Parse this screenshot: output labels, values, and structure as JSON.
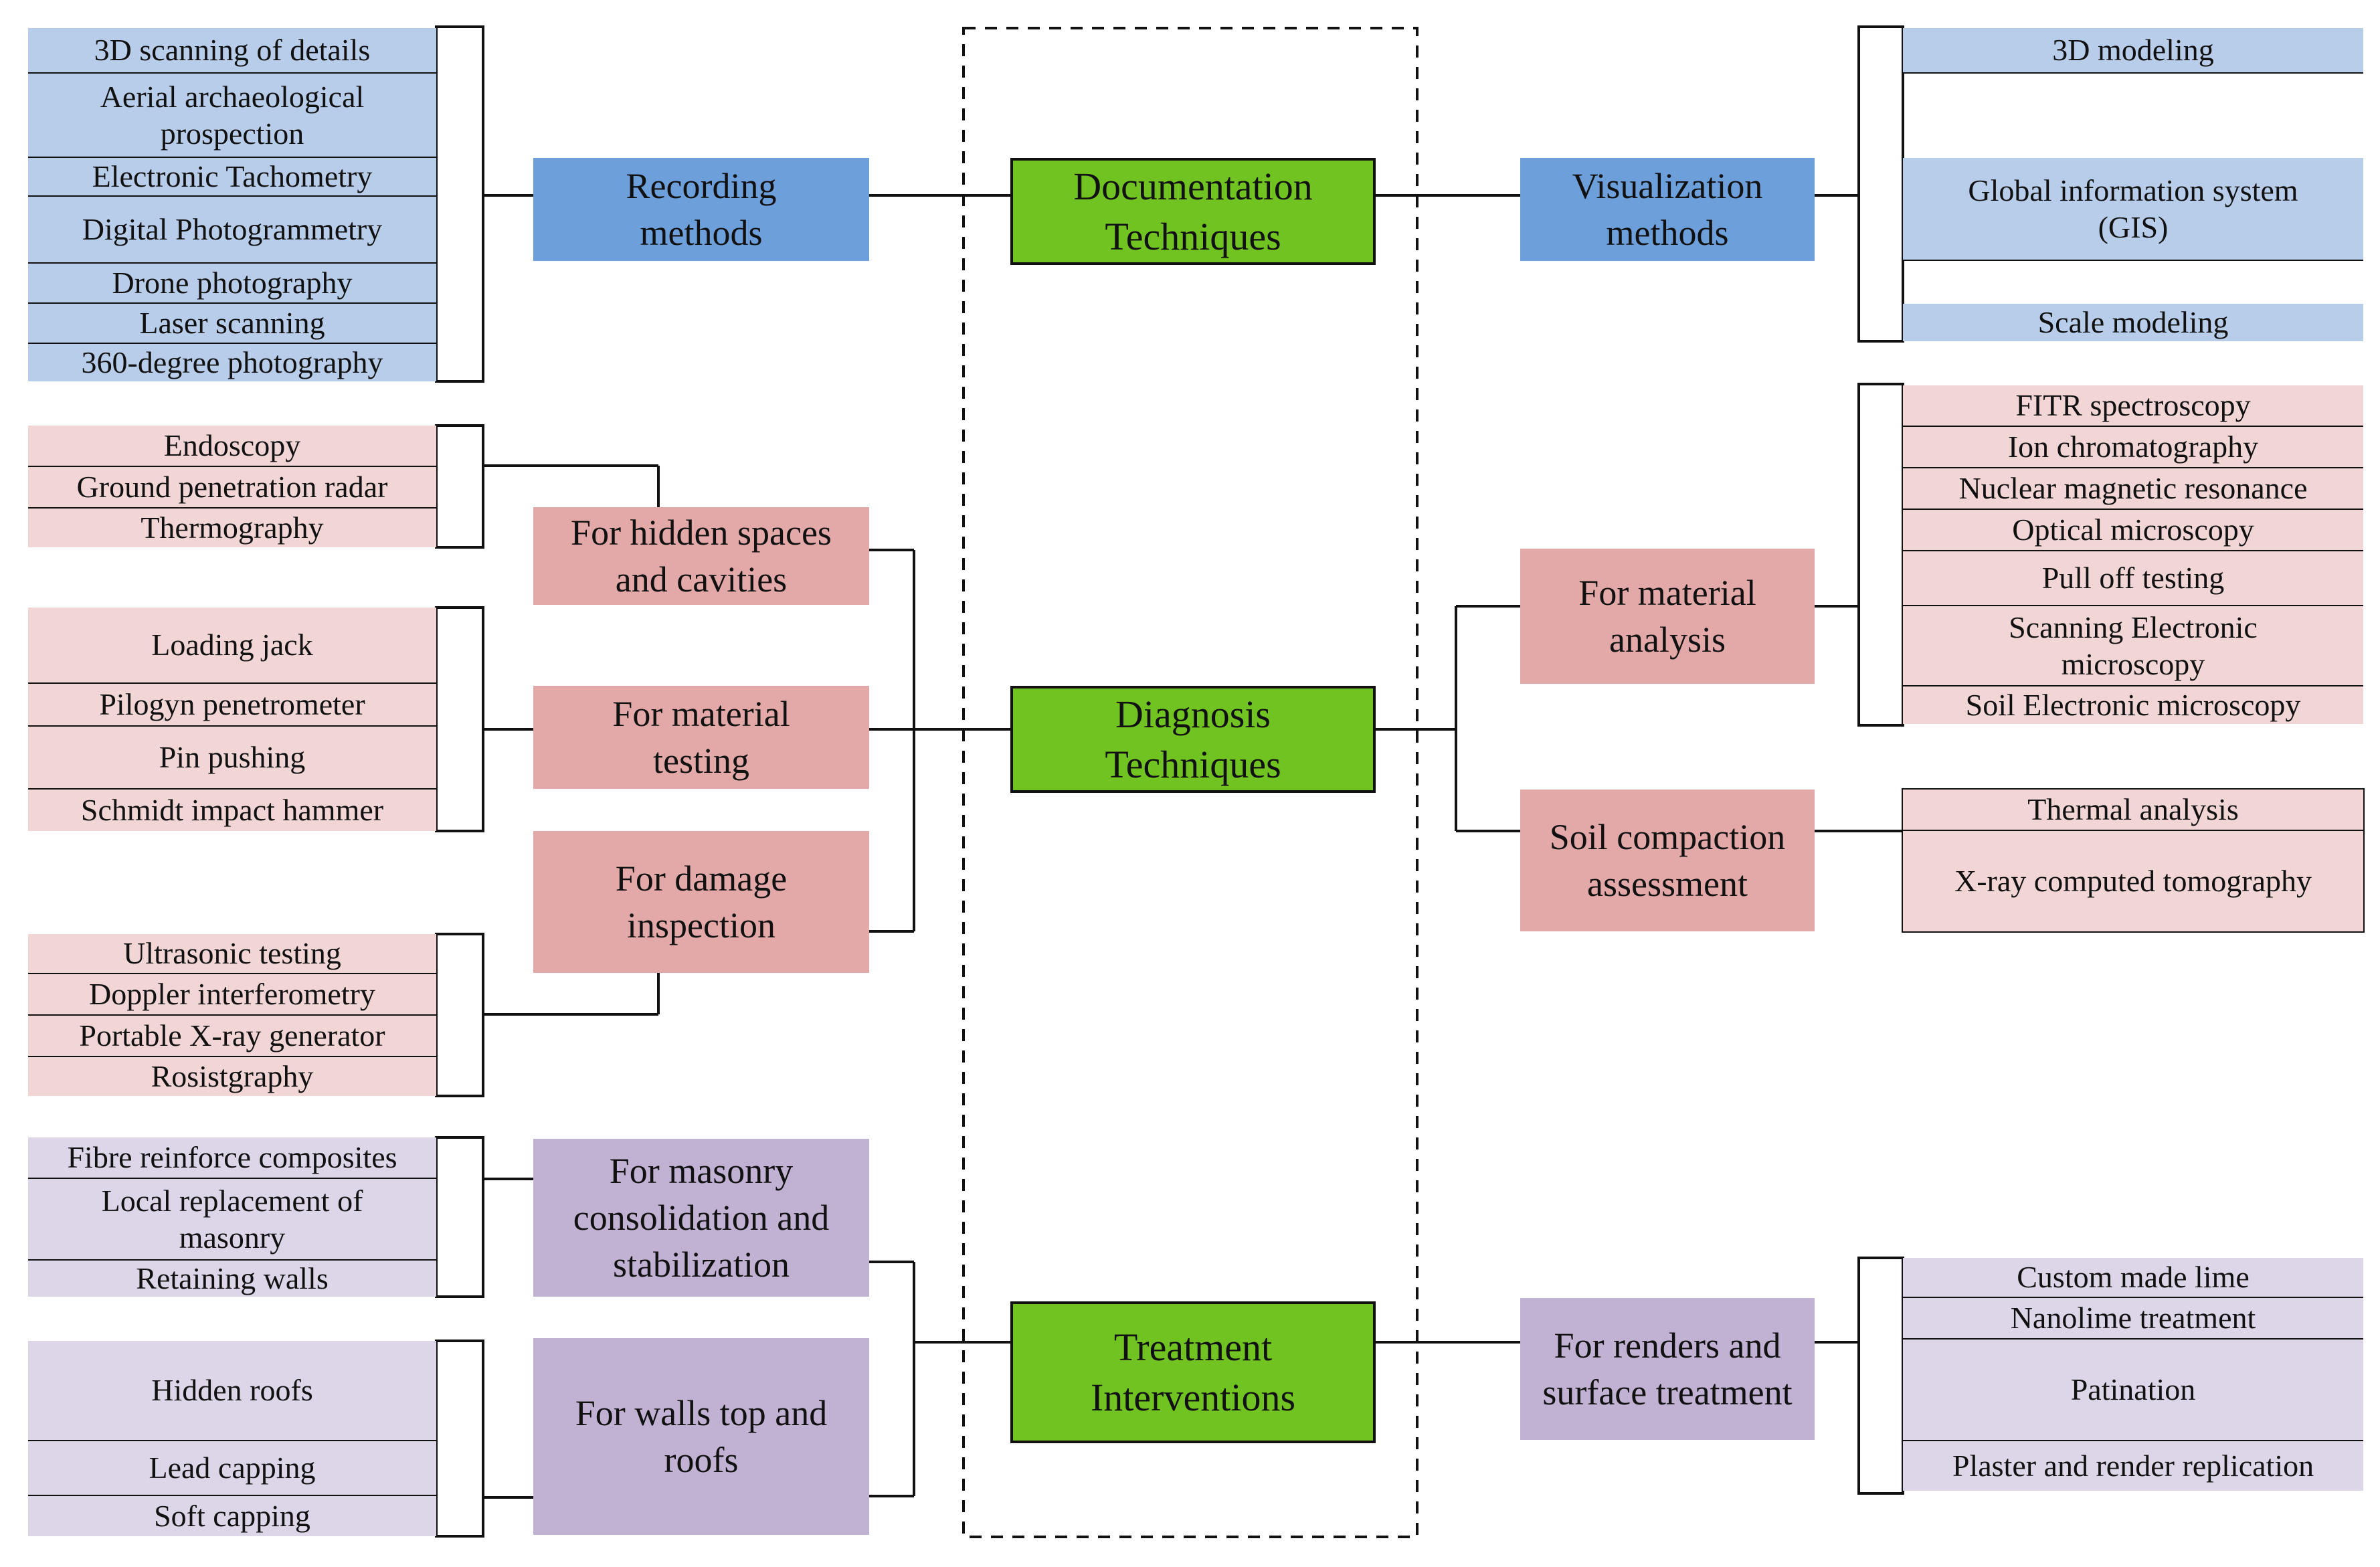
{
  "main_nodes": {
    "documentation": "Documentation Techniques",
    "diagnosis": "Diagnosis Techniques",
    "treatment": "Treatment Interventions"
  },
  "documentation": {
    "recording": {
      "label": "Recording methods",
      "items": [
        "3D scanning of details",
        "Aerial archaeological prospection",
        "Electronic Tachometry",
        "Digital Photogrammetry",
        "Drone photography",
        "Laser scanning",
        "360-degree photography"
      ]
    },
    "visualization": {
      "label": "Visualization methods",
      "items": [
        "3D modeling",
        "Global information system (GIS)",
        "Scale modeling"
      ]
    }
  },
  "diagnosis": {
    "hidden": {
      "label": "For hidden spaces and cavities",
      "items": [
        "Endoscopy",
        "Ground penetration radar",
        "Thermography"
      ]
    },
    "material_testing": {
      "label": "For material testing",
      "items": [
        "Loading jack",
        "Pilogyn penetrometer",
        "Pin pushing",
        "Schmidt impact hammer"
      ]
    },
    "damage": {
      "label": "For damage inspection",
      "items": [
        "Ultrasonic testing",
        "Doppler interferometry",
        "Portable X-ray generator",
        "Rosistgraphy"
      ]
    },
    "material_analysis": {
      "label": "For material analysis",
      "items": [
        "FITR spectroscopy",
        "Ion chromatography",
        "Nuclear magnetic resonance",
        "Optical microscopy",
        "Pull off testing",
        "Scanning Electronic microscopy",
        "Soil Electronic microscopy"
      ]
    },
    "soil": {
      "label": "Soil compaction assessment",
      "items": [
        "Thermal analysis",
        "X-ray computed tomography"
      ]
    }
  },
  "treatment": {
    "masonry": {
      "label": "For masonry consolidation and stabilization",
      "items": [
        "Fibre reinforce composites",
        "Local replacement of masonry",
        "Retaining walls"
      ]
    },
    "walls": {
      "label": "For walls top and roofs",
      "items": [
        "Hidden roofs",
        "Lead capping",
        "Soft capping"
      ]
    },
    "renders": {
      "label": "For renders and surface treatment",
      "items": [
        "Custom made lime",
        "Nanolime treatment",
        "Patination",
        "Plaster and render replication"
      ]
    }
  },
  "colors": {
    "main_fill": "#71c321",
    "blue_node": "#6d9fdb",
    "blue_leaf": "#b7cdea",
    "pink_node": "#e3a9a8",
    "pink_leaf": "#f2d6d6",
    "purple_node": "#c1b2d3",
    "purple_leaf": "#ddd6e8",
    "line": "#111111"
  }
}
